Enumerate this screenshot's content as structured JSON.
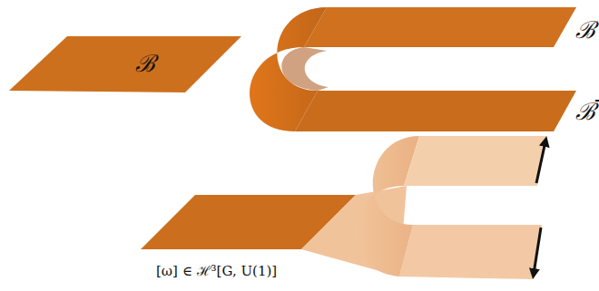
{
  "diagram": {
    "nodes": [
      {
        "text": [
          "ℬ"
        ]
      }
    ],
    "labels": [
      "ℬ",
      "ℬ̅",
      "[ω] ∈ ℋ³[G, U(1)]"
    ]
  }
}
